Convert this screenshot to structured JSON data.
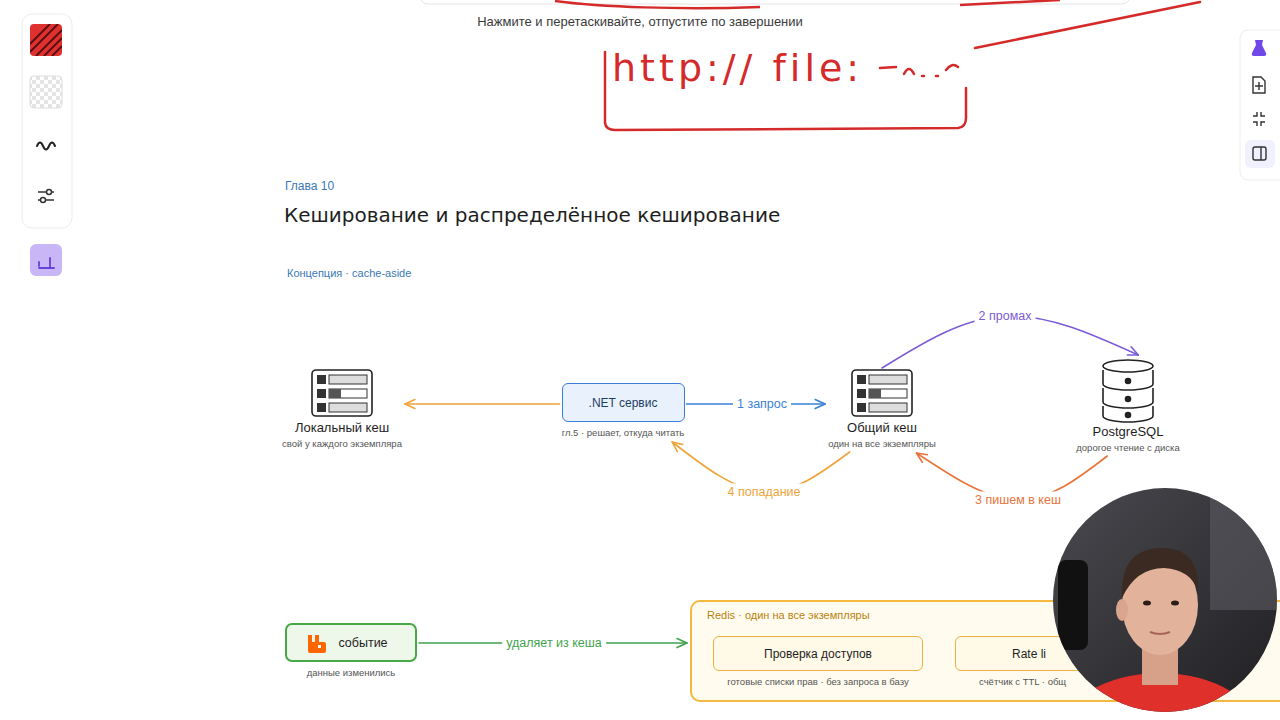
{
  "diagram": {
    "title": "Кеширование и распределённое кеширование",
    "nodes": [
      {
        "text": [
          "Локальный кеш",
          "свой у каждого экземпляра"
        ]
      },
      {
        "text": [
          ".NET сервис",
          "гл.5 · решает, откуда читать"
        ]
      },
      {
        "text": [
          "Общий кеш",
          "один на все экземпляры"
        ]
      },
      {
        "text": [
          "PostgreSQL",
          "дорогое чтение с диска"
        ]
      },
      {
        "text": [
          "событие",
          "данные изменились"
        ]
      },
      {
        "text": [
          "Redis · один на все экземпляры"
        ]
      },
      {
        "text": [
          "Проверка доступов",
          "готовые списки прав · без запроса в базу"
        ],
        "in": 5
      },
      {
        "text": [
          "Rate li",
          "счётчик с TTL · общ"
        ],
        "in": 5
      }
    ],
    "edges": [
      {
        "from": 1,
        "to": 0,
        "arrow": "to"
      },
      {
        "from": 1,
        "to": 2,
        "label": "1 запрос",
        "arrow": "to"
      },
      {
        "from": 2,
        "to": 3,
        "label": "2 промах",
        "arrow": "to"
      },
      {
        "from": 3,
        "to": 2,
        "label": "3 пишем в кеш",
        "arrow": "to"
      },
      {
        "from": 2,
        "to": 1,
        "label": "4 попадание",
        "arrow": "to"
      },
      {
        "from": 4,
        "to": 5,
        "label": "удаляет из кеша",
        "arrow": "to"
      }
    ],
    "labels": [
      "Нажмите и перетаскивайте, отпустите по завершении",
      "http:// file:",
      "Глава 10",
      "Концепция · cache-aside"
    ]
  }
}
